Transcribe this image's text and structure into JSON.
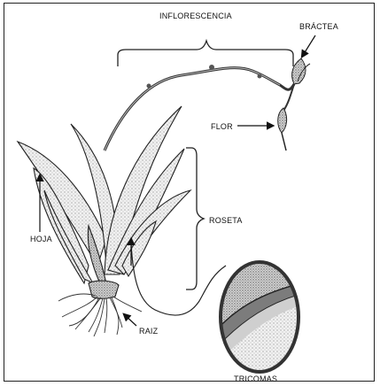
{
  "labels": {
    "inflorescencia": "INFLORESCENCIA",
    "bractea": "BRÁCTEA",
    "flor": "FLOR",
    "roseta": "ROSETA",
    "hoja": "HOJA",
    "raiz": "RAIZ",
    "tricomas": "TRICOMAS"
  },
  "colors": {
    "ink": "#1a1a1a",
    "leaf_shade": "#9a9a9a",
    "leaf_fill": "#e9e9e9",
    "zoom_ring": "#333333"
  }
}
